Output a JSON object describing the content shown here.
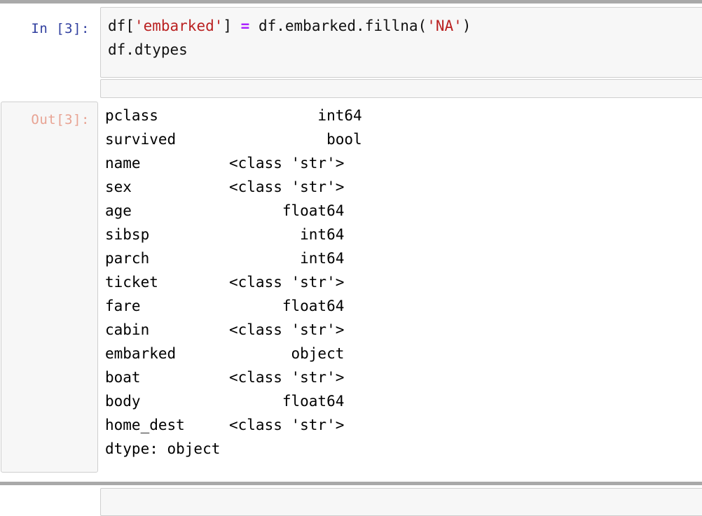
{
  "notebook": {
    "input_cell": {
      "prompt": "In [3]:",
      "prompt_color": "#303f9f",
      "code_lines": [
        {
          "tokens": [
            {
              "text": "df[",
              "type": "plain"
            },
            {
              "text": "'embarked'",
              "type": "string"
            },
            {
              "text": "] ",
              "type": "plain"
            },
            {
              "text": "=",
              "type": "operator"
            },
            {
              "text": " df.embarked.fillna(",
              "type": "plain"
            },
            {
              "text": "'NA'",
              "type": "string"
            },
            {
              "text": ")",
              "type": "plain"
            }
          ]
        },
        {
          "tokens": [
            {
              "text": "df.dtypes",
              "type": "plain"
            }
          ]
        }
      ]
    },
    "output_cell": {
      "prompt": "Out[3]:",
      "prompt_color": "#e8a393",
      "series_text": "pclass                  int64\nsurvived                 bool\nname          <class 'str'>\nsex           <class 'str'>\nage                 float64\nsibsp                 int64\nparch                 int64\nticket        <class 'str'>\nfare                float64\ncabin         <class 'str'>\nembarked             object\nboat          <class 'str'>\nbody                float64\nhome_dest     <class 'str'>\ndtype: object",
      "rows": [
        {
          "name": "pclass",
          "dtype": "int64"
        },
        {
          "name": "survived",
          "dtype": "bool"
        },
        {
          "name": "name",
          "dtype": "<class 'str'>"
        },
        {
          "name": "sex",
          "dtype": "<class 'str'>"
        },
        {
          "name": "age",
          "dtype": "float64"
        },
        {
          "name": "sibsp",
          "dtype": "int64"
        },
        {
          "name": "parch",
          "dtype": "int64"
        },
        {
          "name": "ticket",
          "dtype": "<class 'str'>"
        },
        {
          "name": "fare",
          "dtype": "float64"
        },
        {
          "name": "cabin",
          "dtype": "<class 'str'>"
        },
        {
          "name": "embarked",
          "dtype": "object"
        },
        {
          "name": "boat",
          "dtype": "<class 'str'>"
        },
        {
          "name": "body",
          "dtype": "float64"
        },
        {
          "name": "home_dest",
          "dtype": "<class 'str'>"
        }
      ],
      "footer": "dtype: object"
    }
  },
  "colors": {
    "rail": "#a9a9a9",
    "cell_background": "#f7f7f7",
    "cell_border": "#cfcfcf",
    "string_token": "#ba2121",
    "operator_token": "#aa22ff",
    "code_text": "#111111",
    "output_text": "#000000"
  }
}
